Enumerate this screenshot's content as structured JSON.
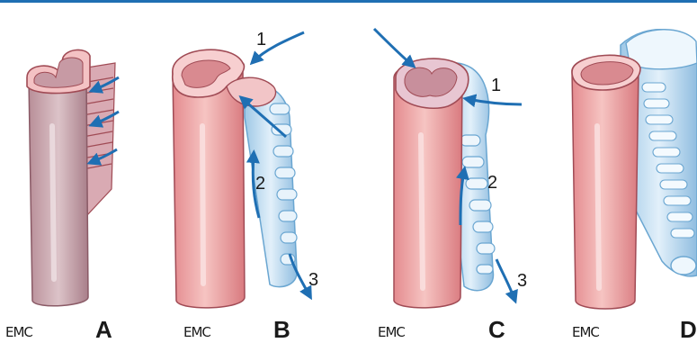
{
  "header": {
    "rule_color": "#1f6fb3"
  },
  "colors": {
    "vessel": "#f2b3b1",
    "vessel_dark": "#e07f83",
    "vessel_edge": "#a04b55",
    "graft": "#cfe5f5",
    "graft_edge": "#6aa6d1",
    "arrow": "#1f6fb3",
    "grey_vessel": "#c9a7ae"
  },
  "panels": [
    {
      "letter": "A",
      "watermark": "EMC",
      "steps": []
    },
    {
      "letter": "B",
      "watermark": "EMC",
      "steps": [
        "1",
        "2",
        "3"
      ]
    },
    {
      "letter": "C",
      "watermark": "EMC",
      "steps": [
        "1",
        "2",
        "3"
      ]
    },
    {
      "letter": "D",
      "watermark": "EMC",
      "steps": []
    }
  ]
}
